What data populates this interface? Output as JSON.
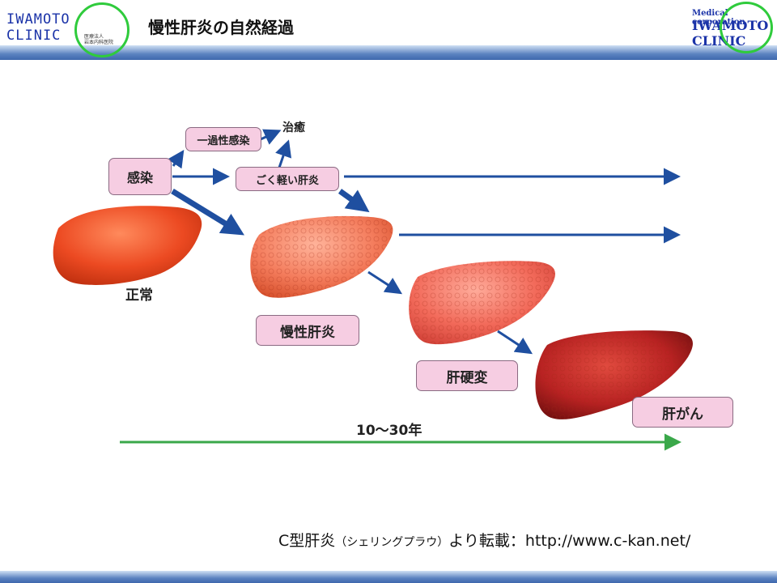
{
  "header": {
    "logo_left_line1": "IWAMOTO",
    "logo_left_line2": "CLINIC",
    "logo_left_sub1": "医療法人",
    "logo_left_sub2": "岩本内科医院",
    "title": "慢性肝炎の自然経過",
    "logo_right_small": "Medical corporation",
    "logo_right_line1": "IWAMOTO",
    "logo_right_line2": "CLINIC"
  },
  "diagram": {
    "infection": "感染",
    "transient": "一過性感染",
    "cure": "治癒",
    "mild": "ごく軽い肝炎",
    "normal": "正常",
    "chronic": "慢性肝炎",
    "cirrhosis": "肝硬変",
    "cancer": "肝がん",
    "timespan": "10〜30年"
  },
  "credit": {
    "part1": "C型肝炎",
    "part2": "（シェリングプラウ）",
    "part3": "より転載",
    "part4": "：http://www.c-kan.net/"
  },
  "colors": {
    "arrow_blue": "#1f4fa0",
    "arrow_green": "#3aa84a",
    "box_pink": "#f6cde2",
    "brand_blue": "#1b33a8"
  }
}
